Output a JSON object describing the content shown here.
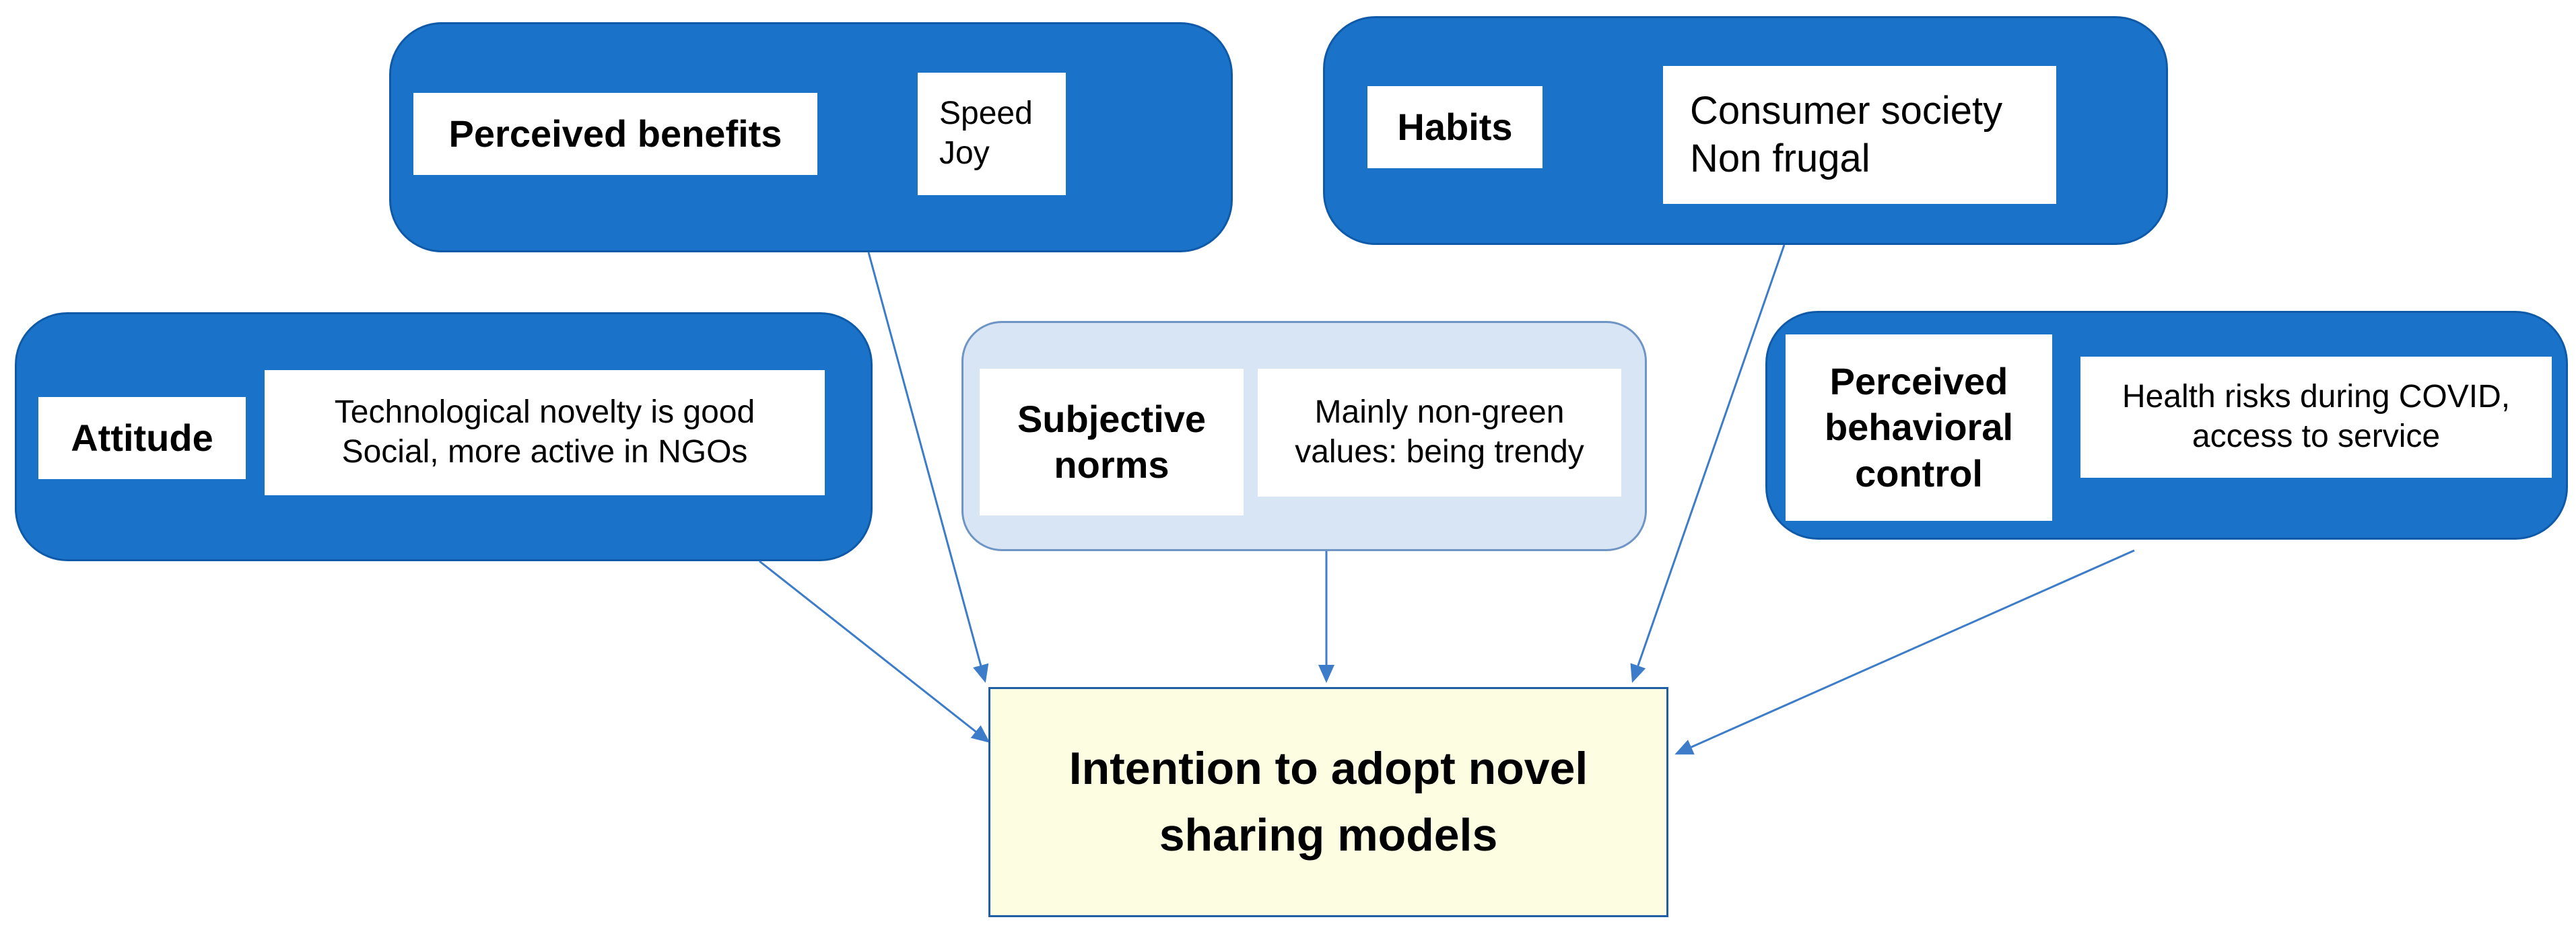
{
  "nodes": {
    "perceived_benefits": {
      "title": "Perceived benefits",
      "detail": "Speed\nJoy"
    },
    "habits": {
      "title": "Habits",
      "detail": "Consumer society\nNon frugal"
    },
    "attitude": {
      "title": "Attitude",
      "detail": "Technological  novelty is good\nSocial, more  active in NGOs"
    },
    "subjective_norms": {
      "title": "Subjective\nnorms",
      "detail": "Mainly non-green\nvalues: being trendy"
    },
    "perceived_behavioral_control": {
      "title": "Perceived\nbehavioral\ncontrol",
      "detail": "Health risks during COVID,\naccess to service"
    }
  },
  "target": {
    "label": "Intention to adopt novel\nsharing models"
  },
  "colors": {
    "node_fill": "#1a73c9",
    "node_border": "#0f5aa8",
    "light_node_fill": "#d7e5f5",
    "target_fill": "#fdfde2",
    "arrow": "#3d7cc9"
  }
}
